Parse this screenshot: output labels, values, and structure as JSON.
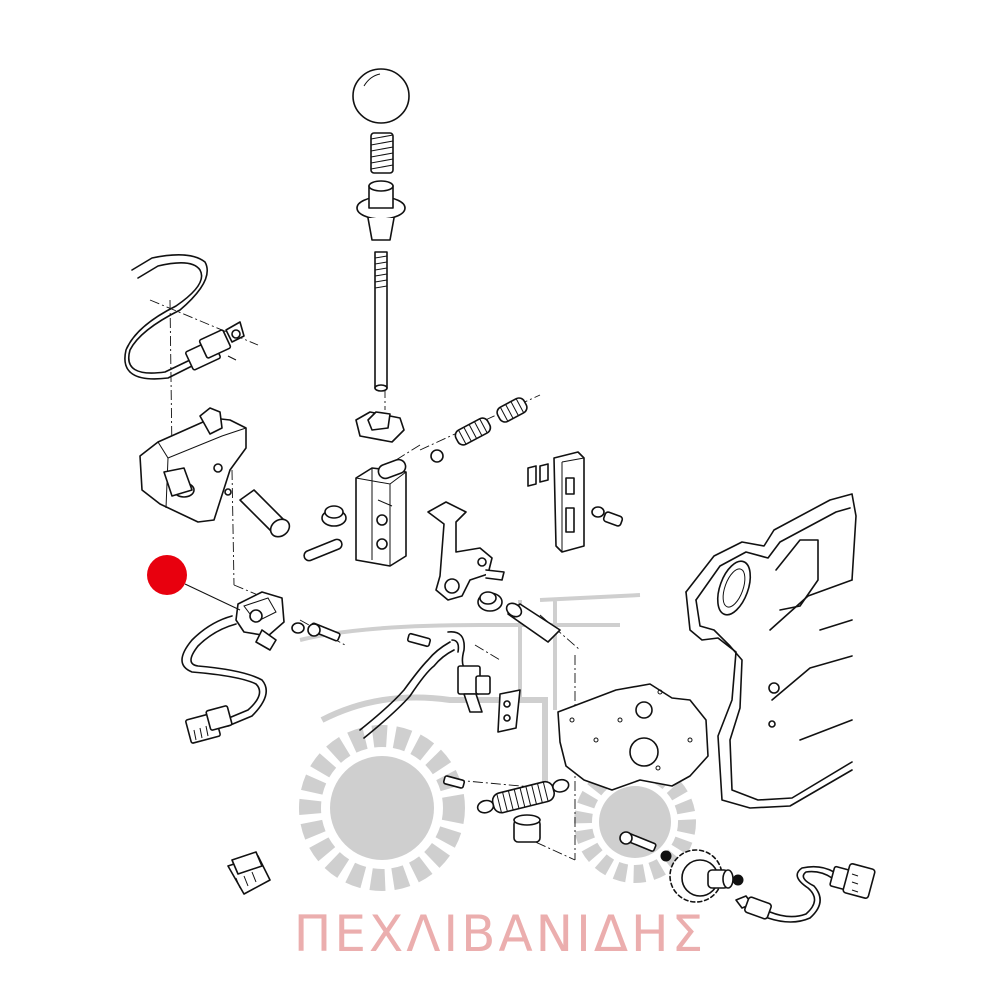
{
  "diagram": {
    "watermark": {
      "brand_text": "ΠΕΧΛΙΒΑΝΙΔΗΣ",
      "color": "#e8a0a0",
      "gear_color": "#cfcfcf"
    },
    "highlight": {
      "color": "#e8000e",
      "target": "position-sensor-with-harness"
    },
    "parts": [
      "shift-knob",
      "knob-spring",
      "lever-boot-bushing",
      "shift-lever-rod",
      "lever-guide-block",
      "detent-spring",
      "detent-ball",
      "selector-housing",
      "selector-link-plate",
      "switch-bracket",
      "bracket-shaft",
      "roll-pin",
      "pivot-bushing",
      "switch-harness-upper",
      "position-sensor-with-harness",
      "sensor-screw",
      "pivot-pin",
      "wire-harness-center",
      "tension-spring",
      "rubber-stop",
      "gearbox-mounting-plate",
      "rear-frame-housing",
      "gear-wheel-sensor",
      "sensor-harness-right",
      "connector-plug"
    ]
  }
}
